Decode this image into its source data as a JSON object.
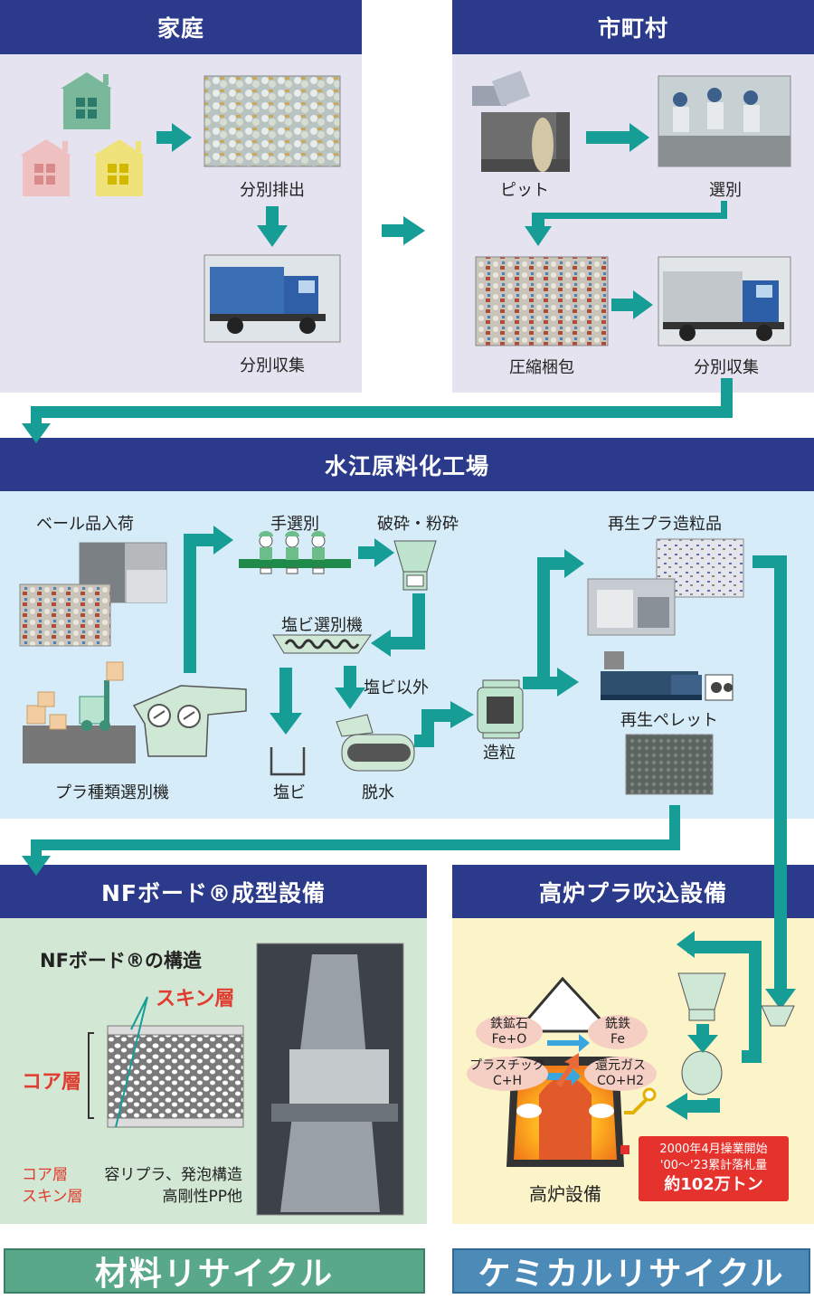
{
  "sections": {
    "household": "家庭",
    "municipality": "市町村",
    "factory": "水江原料化工場",
    "nf_board": "NFボード®成型設備",
    "blast_furnace": "高炉プラ吹込設備"
  },
  "household": {
    "separated_discharge": "分別排出",
    "separated_collection": "分別収集"
  },
  "municipality": {
    "pit": "ピット",
    "sorting": "選別",
    "compression_baling": "圧縮梱包",
    "separated_collection": "分別収集"
  },
  "factory": {
    "bale_arrival": "ベール品入荷",
    "hand_sorting": "手選別",
    "crushing": "破砕・粉砕",
    "pvc_sorter": "塩ビ選別機",
    "non_pvc": "塩ビ以外",
    "pvc": "塩ビ",
    "dewatering": "脱水",
    "granulation": "造粒",
    "recycled_granules": "再生プラ造粒品",
    "recycled_pellets": "再生ペレット",
    "plastic_type_sorter": "プラ種類選別機"
  },
  "nf_board": {
    "structure_title": "NFボード®の構造",
    "skin_layer": "スキン層",
    "core_layer": "コア層",
    "legend_core": "コア層",
    "legend_skin": "スキン層",
    "desc_line1": "容リプラ、発泡構造",
    "desc_line2": "高剛性PP他"
  },
  "blast_furnace": {
    "iron_ore": "鉄鉱石",
    "iron_ore_formula": "Fe+O",
    "pig_iron": "銑鉄",
    "pig_iron_formula": "Fe",
    "plastic": "プラスチック",
    "plastic_formula": "C+H",
    "reducing_gas": "還元ガス",
    "reducing_gas_formula": "CO+H2",
    "facility": "高炉設備",
    "note_line1": "2000年4月操業開始",
    "note_line2": "'00～'23累計落札量",
    "note_line3": "約102万トン"
  },
  "footers": {
    "material": "材料リサイクル",
    "chemical": "ケミカルリサイクル"
  },
  "colors": {
    "header": "#2b3a8a",
    "arrow": "#159d96",
    "panel_lavender": "#e4e3ef",
    "panel_lightblue": "#d6ecf8",
    "panel_green": "#d3e8d4",
    "panel_yellow": "#fbf4c8",
    "footer_material": "#5aa88a",
    "footer_chemical": "#4c8ab8",
    "red_text": "#e03c2f",
    "note_box": "#e5322d"
  }
}
